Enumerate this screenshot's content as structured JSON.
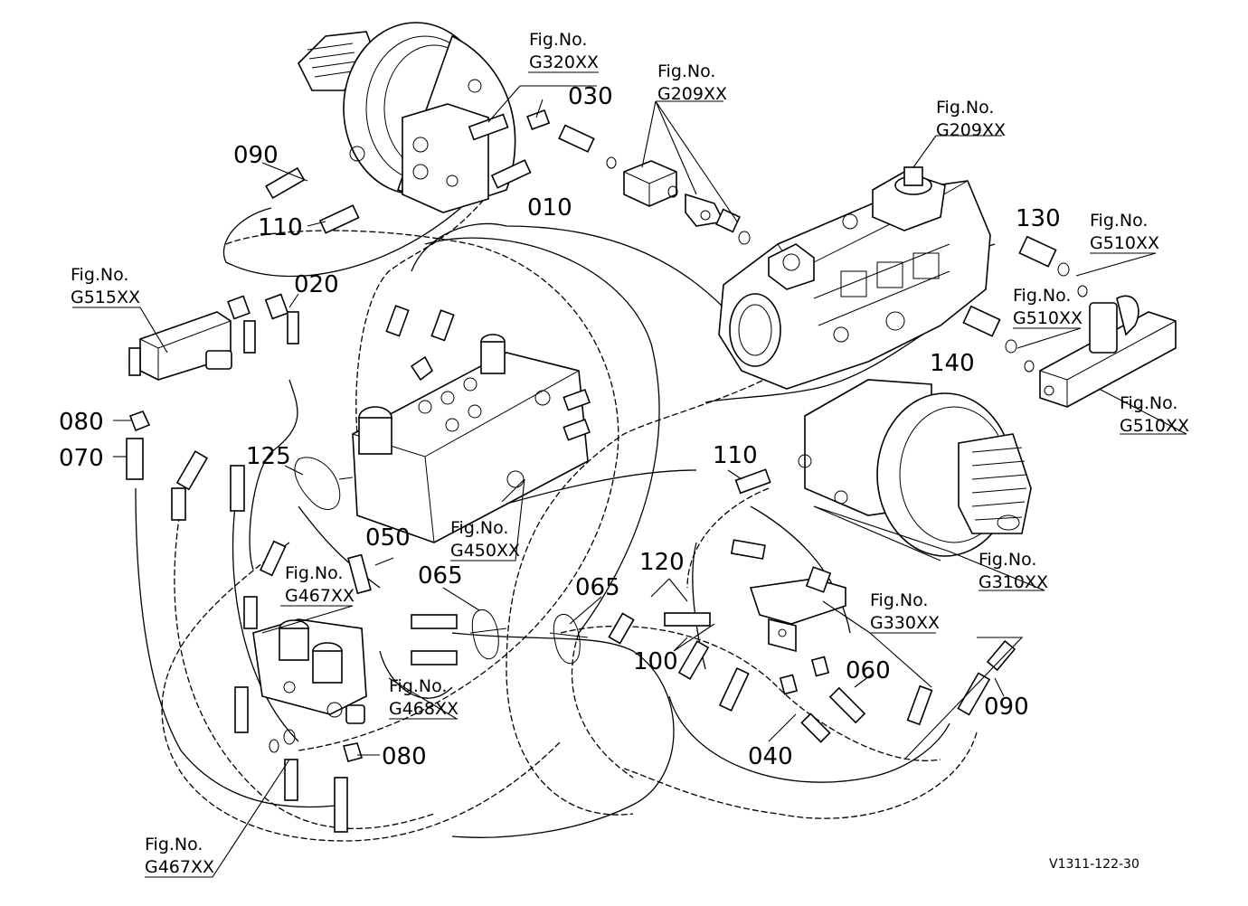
{
  "diagram_code": "V1311-122-30",
  "fig_prefix": "Fig.No.",
  "figures": {
    "g320": "G320XX",
    "g209_a": "G209XX",
    "g209_b": "G209XX",
    "g515": "G515XX",
    "g510_a": "G510XX",
    "g510_b": "G510XX",
    "g510_c": "G510XX",
    "g450": "G450XX",
    "g310": "G310XX",
    "g467_a": "G467XX",
    "g467_b": "G467XX",
    "g468": "G468XX",
    "g330": "G330XX"
  },
  "parts": {
    "p030": "030",
    "p090_a": "090",
    "p110_a": "110",
    "p010": "010",
    "p020": "020",
    "p130": "130",
    "p140": "140",
    "p080_a": "080",
    "p070": "070",
    "p125": "125",
    "p110_b": "110",
    "p050": "050",
    "p065_a": "065",
    "p065_b": "065",
    "p120": "120",
    "p100": "100",
    "p060": "060",
    "p090_b": "090",
    "p040": "040",
    "p080_b": "080"
  }
}
